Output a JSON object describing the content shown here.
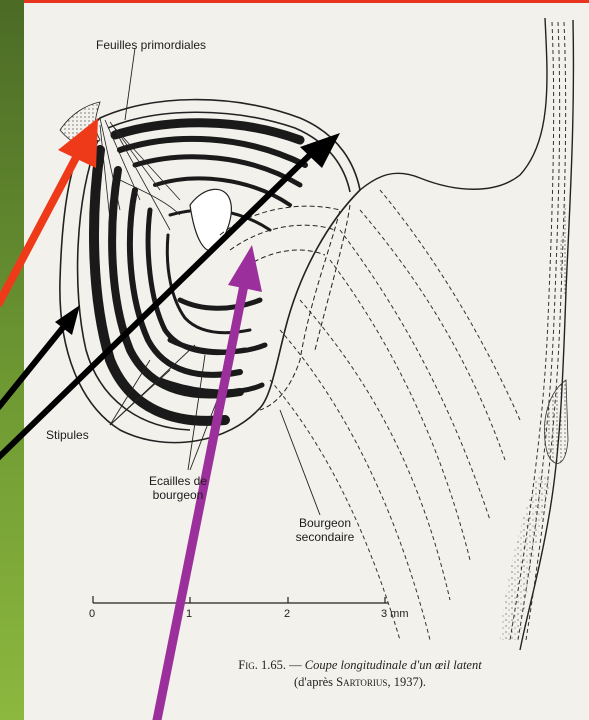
{
  "labels": {
    "feuilles": "Feuilles primordiales",
    "stipules": "Stipules",
    "ecailles_line1": "Ecailles de",
    "ecailles_line2": "bourgeon",
    "bourgeon_line1": "Bourgeon",
    "bourgeon_line2": "secondaire"
  },
  "scale_bar": {
    "ticks": [
      "0",
      "1",
      "2",
      "3 mm"
    ]
  },
  "caption": {
    "fig_number": "Fig. 1.65.",
    "dash": "—",
    "title": "Coupe longitudinale d'un œil latent",
    "source_open": "(d'après",
    "author": "Sartorius",
    "source_close": ", 1937)."
  },
  "colors": {
    "top_rule": "#e8351f",
    "side_band": "#5a7f2c",
    "arrow_red": "#ef3a1a",
    "arrow_black": "#000000",
    "arrow_purple": "#9b2f9b"
  },
  "icons": [
    "bud-section-drawing",
    "arrow-red",
    "arrow-black",
    "arrow-purple"
  ]
}
